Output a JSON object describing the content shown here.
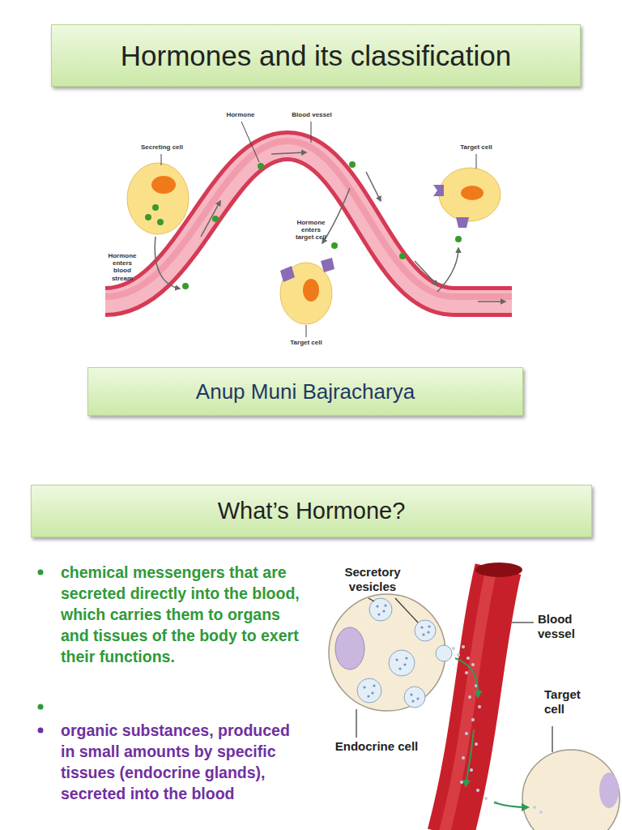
{
  "diagram": {
    "title": "Hormones and its classification",
    "nodes": [
      {
        "text": [
          "Anup Muni Bajracharya"
        ]
      },
      {
        "text": [
          "What’s Hormone?"
        ]
      }
    ],
    "labels": [
      "Hormone",
      "Blood vessel",
      "Secreting cell",
      "Target cell",
      "Hormone enters blood stream",
      "Hormone enters target cell",
      "Target cell",
      "chemical messengers that are secreted directly into the blood, which carries them to organs and tissues of the body to exert their functions.",
      "organic substances, produced in small amounts by specific tissues (endocrine glands), secreted into the blood",
      "Secretory vesicles",
      "Blood vessel",
      "Target cell",
      "Endocrine cell"
    ]
  }
}
